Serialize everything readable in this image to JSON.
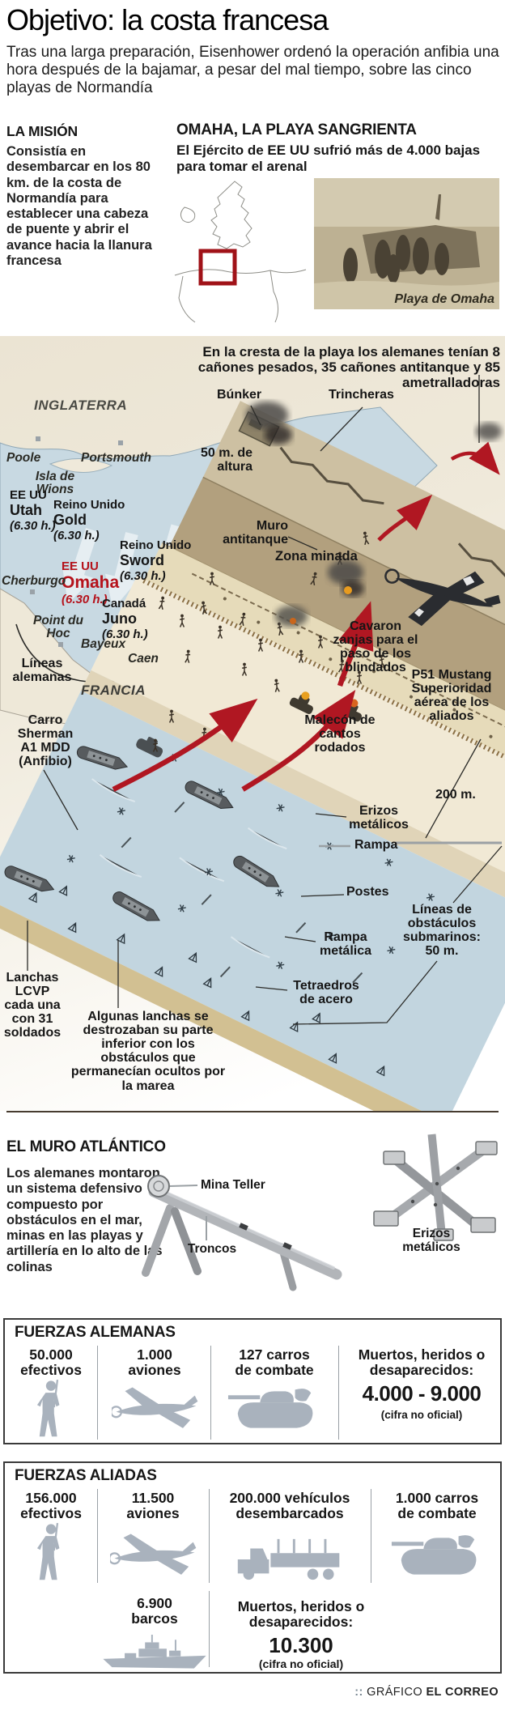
{
  "header": {
    "title": "Objetivo: la costa francesa",
    "subtitle": "Tras una larga preparación, Eisenhower ordenó la operación anfibia una hora después de la bajamar, a pesar del mal tiempo, sobre las cinco playas de Normandía"
  },
  "mission": {
    "heading": "LA MISIÓN",
    "body": "Consistía en desembarcar en los 80 km. de la costa de Normandía para establecer una cabeza de puente y abrir el avance hacia la llanura francesa"
  },
  "omaha": {
    "heading": "OMAHA, LA PLAYA SANGRIENTA",
    "subheading": "El Ejército de EE UU sufrió más de 4.000 bajas para tomar el arenal",
    "photo_caption": "Playa de Omaha"
  },
  "diagram": {
    "crest_note": "En la cresta de la playa los alemanes tenían 8 cañones pesados, 35 cañones antitanque y 85 ametralladoras",
    "map": {
      "england": "INGLATERRA",
      "poole": "Poole",
      "portsmouth": "Portsmouth",
      "island": "Isla de Wions",
      "cherbourg": "Cherburgo",
      "point_du_hoc": "Point du Hoc",
      "bayeux": "Bayeux",
      "caen": "Caen",
      "german_lines": "Líneas alemanas",
      "france": "FRANCIA",
      "beaches": [
        {
          "force": "EE UU",
          "name": "Utah",
          "time": "(6.30 h.)"
        },
        {
          "force": "Reino Unido",
          "name": "Gold",
          "time": "(6.30 h.)"
        },
        {
          "force": "Reino Unido",
          "name": "Sword",
          "time": "(6.30 h.)"
        },
        {
          "force": "EE UU",
          "name": "Omaha",
          "time": "(6.30 h.)"
        },
        {
          "force": "Canadá",
          "name": "Juno",
          "time": "(6.30 h.)"
        }
      ]
    },
    "labels": {
      "bunker": "Búnker",
      "trenches": "Trincheras",
      "cliff_height": "50 m. de altura",
      "antitank_wall": "Muro antitanque",
      "minefield": "Zona minada",
      "tank_ditches": "Cavaron zanjas para el paso de los blindados",
      "p51_name": "P51 Mustang",
      "p51_desc": "Superioridad aérea de los aliados",
      "beach_width": "200 m.",
      "seawall": "Malecón de cantos rodados",
      "hedgehogs": "Erizos metálicos",
      "ramp": "Rampa",
      "posts": "Postes",
      "metal_ramp": "Rampa metálica",
      "obstacle_lines": "Líneas de obstáculos submarinos: 50 m.",
      "tetrahedra": "Tetraedros de acero",
      "sherman": "Carro Sherman A1 MDD (Anfibio)",
      "lcvp": "Lanchas LCVP cada una con 31 soldados",
      "boats_note": "Algunas lanchas se destrozaban su parte inferior con los obstáculos que permanecían ocultos por la marea"
    }
  },
  "atlantic_wall": {
    "heading": "EL MURO ATLÁNTICO",
    "body": "Los alemanes montaron un sistema defensivo compuesto por obstáculos en el mar, minas en las playas y artillería en lo alto de las colinas",
    "teller_mine": "Mina Teller",
    "logs": "Troncos",
    "hedgehogs": "Erizos metálicos"
  },
  "german_forces": {
    "heading": "FUERZAS ALEMANAS",
    "stats": [
      {
        "value": "50.000",
        "label": "efectivos"
      },
      {
        "value": "1.000",
        "label": "aviones"
      },
      {
        "value": "127 carros",
        "label": "de combate"
      }
    ],
    "casualties": {
      "label": "Muertos, heridos o desaparecidos:",
      "value": "4.000 - 9.000",
      "note": "(cifra no oficial)"
    }
  },
  "allied_forces": {
    "heading": "FUERZAS ALIADAS",
    "stats": [
      {
        "value": "156.000",
        "label": "efectivos"
      },
      {
        "value": "11.500",
        "label": "aviones"
      },
      {
        "value": "200.000 vehículos",
        "label": "desembarcados"
      },
      {
        "value": "1.000 carros",
        "label": "de combate"
      },
      {
        "value": "6.900",
        "label": "barcos"
      }
    ],
    "casualties": {
      "label": "Muertos, heridos o desaparecidos:",
      "value": "10.300",
      "note": "(cifra no oficial)"
    }
  },
  "footer": {
    "marks": "::",
    "credit": "GRÁFICO",
    "brand": "EL CORREO"
  },
  "colors": {
    "accent_red": "#b5121b",
    "sea": "#c8d9e2",
    "sand": "#f1e9d5",
    "cliff": "#b2a07e",
    "icon_gray": "#a9b2bd"
  }
}
